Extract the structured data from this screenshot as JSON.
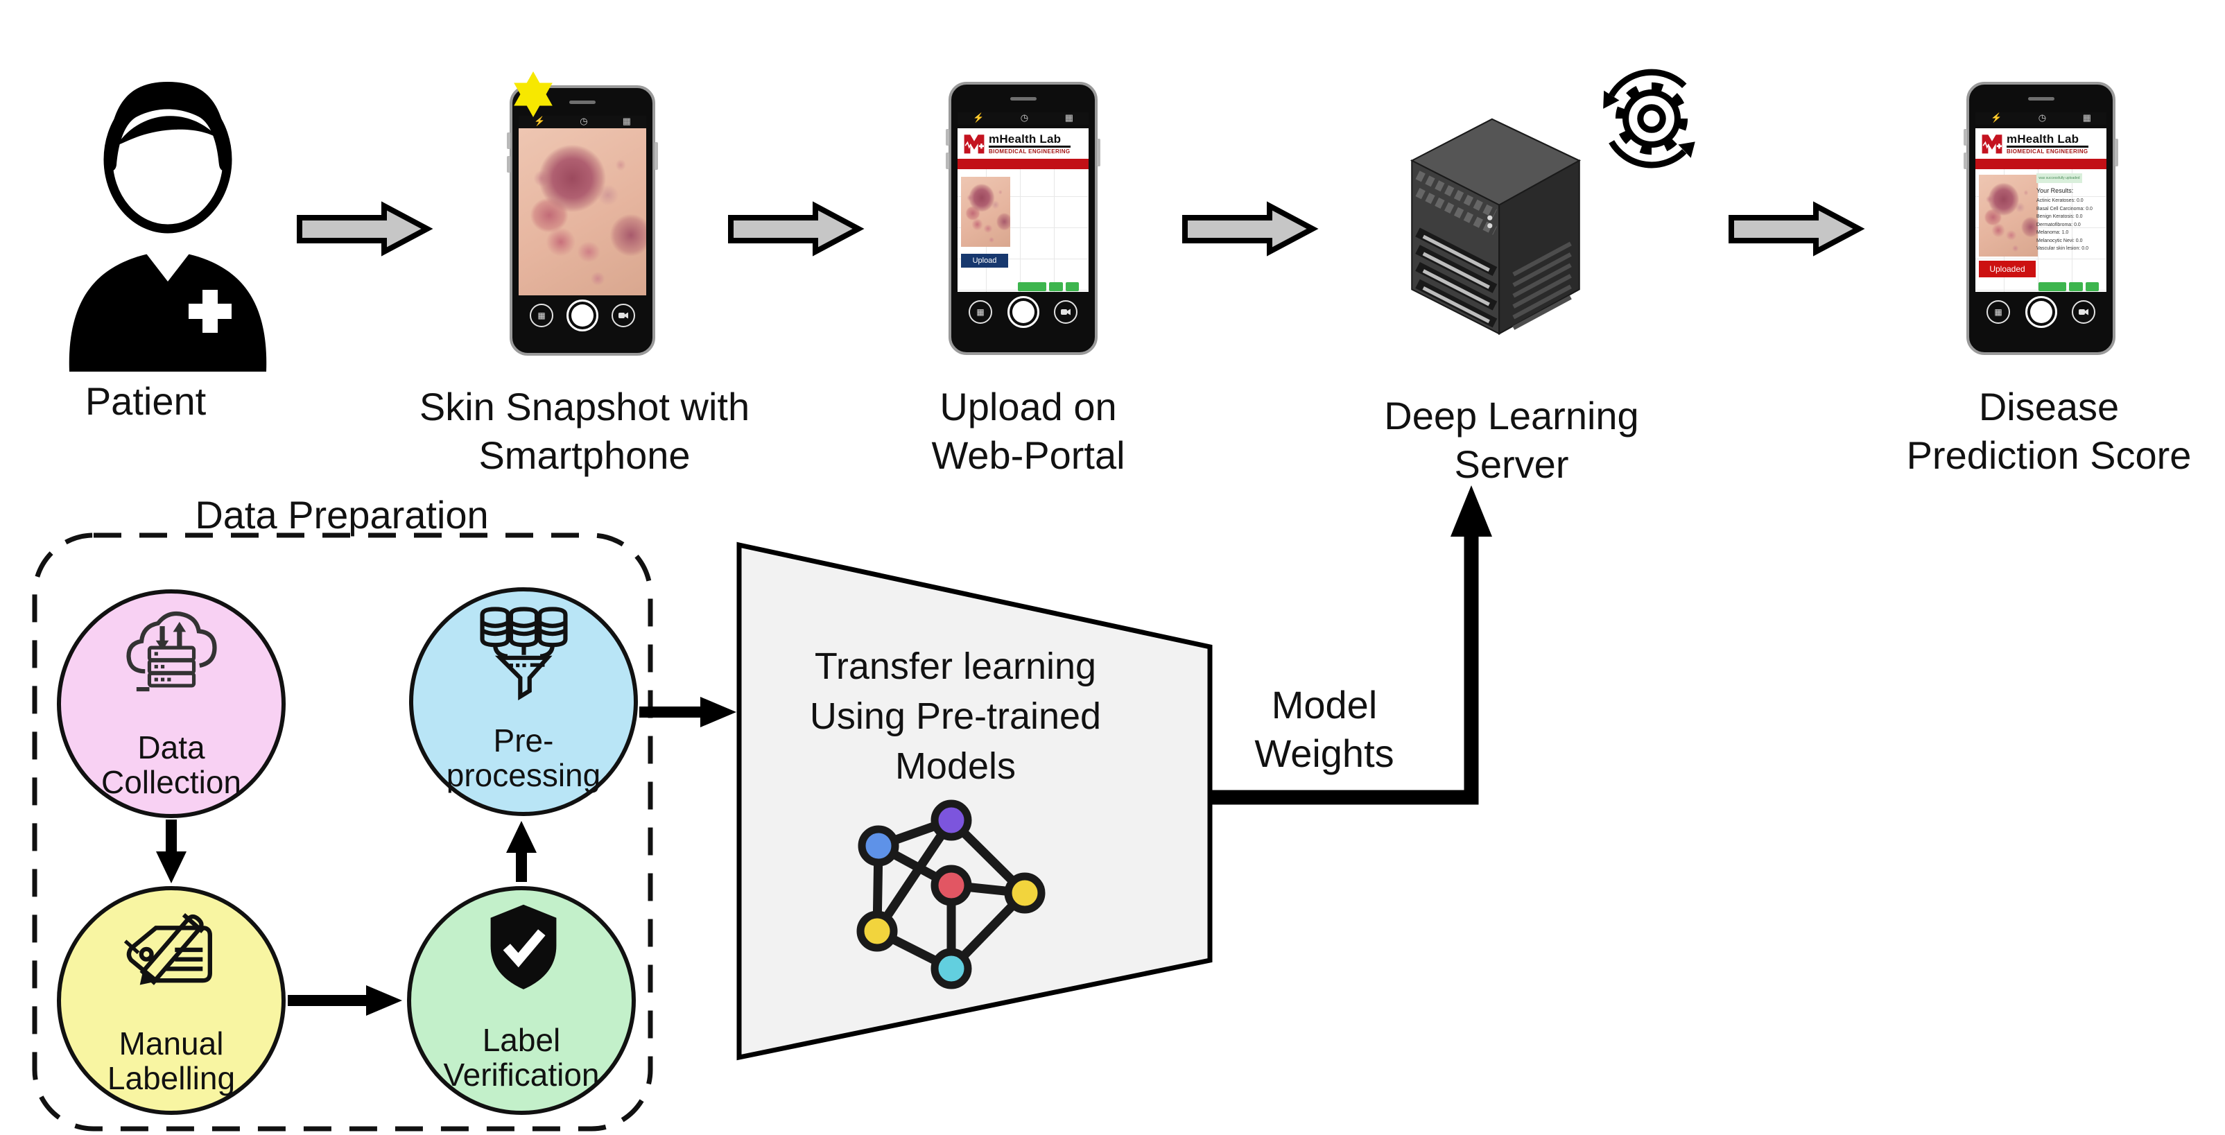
{
  "top_row": {
    "patient": {
      "label": "Patient"
    },
    "snapshot": {
      "line1": "Skin Snapshot with",
      "line2": "Smartphone"
    },
    "upload": {
      "line1": "Upload on",
      "line2": "Web-Portal"
    },
    "server": {
      "line1": "Deep Learning",
      "line2": "Server"
    },
    "prediction": {
      "line1": "Disease",
      "line2": "Prediction Score"
    }
  },
  "phone_app": {
    "logo_title": "mHealth Lab",
    "logo_subtitle": "BIOMEDICAL ENGINEERING",
    "upload_button": "Upload",
    "uploaded_button": "Uploaded",
    "success_banner": "was successfully uploaded",
    "results_title": "Your Results:",
    "results": [
      "Actinic Keratoses: 0.0",
      "Basal Cell Carcinoma: 0.0",
      "Benign Keratosis: 0.0",
      "Dermatofibroma: 0.0",
      "Melanoma: 1.0",
      "Melanocytic Nevi: 0.0",
      "Vascular skin lesion: 0.0"
    ]
  },
  "data_preparation": {
    "title": "Data Preparation",
    "data_collection": {
      "line1": "Data",
      "line2": "Collection"
    },
    "preprocessing": {
      "line1": "Pre-",
      "line2": "processing"
    },
    "manual_labelling": {
      "line1": "Manual",
      "line2": "Labelling"
    },
    "label_verification": {
      "line1": "Label",
      "line2": "Verification"
    }
  },
  "training": {
    "line1": "Transfer learning",
    "line2": "Using Pre-trained",
    "line3": "Models",
    "arrow_label_line1": "Model",
    "arrow_label_line2": "Weights"
  },
  "colors": {
    "data_collection_fill": "#f8d1f3",
    "preprocessing_fill": "#b9e5f6",
    "manual_labelling_fill": "#f8f5a2",
    "label_verification_fill": "#c3f0ca",
    "trapezoid_fill": "#f2f2f2",
    "block_arrow_fill": "#c6c6c6",
    "brand_red": "#c21016",
    "upload_button_blue": "#17386e",
    "uploaded_button_red": "#cc1111",
    "action_button_green": "#3db54e",
    "nn_purple": "#7c55dd",
    "nn_blue": "#5e92e8",
    "nn_red": "#e25663",
    "nn_yellow": "#f2d43d",
    "nn_cyan": "#62cfdf"
  }
}
